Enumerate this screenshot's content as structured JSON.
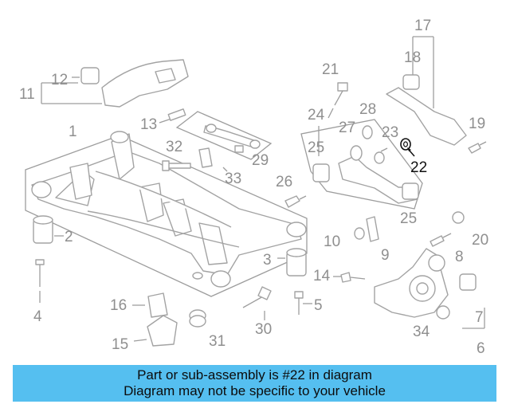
{
  "diagram": {
    "highlighted_part": "22",
    "labels": [
      "1",
      "2",
      "3",
      "4",
      "5",
      "6",
      "7",
      "8",
      "9",
      "10",
      "11",
      "12",
      "13",
      "14",
      "15",
      "16",
      "17",
      "18",
      "19",
      "20",
      "21",
      "22",
      "23",
      "24",
      "25",
      "25",
      "26",
      "27",
      "28",
      "29",
      "30",
      "31",
      "32",
      "33",
      "34"
    ]
  },
  "banner": {
    "line1": "Part or sub-assembly is #22 in diagram",
    "line2": "Diagram may not be specific to your vehicle",
    "background": "#55bff0"
  }
}
